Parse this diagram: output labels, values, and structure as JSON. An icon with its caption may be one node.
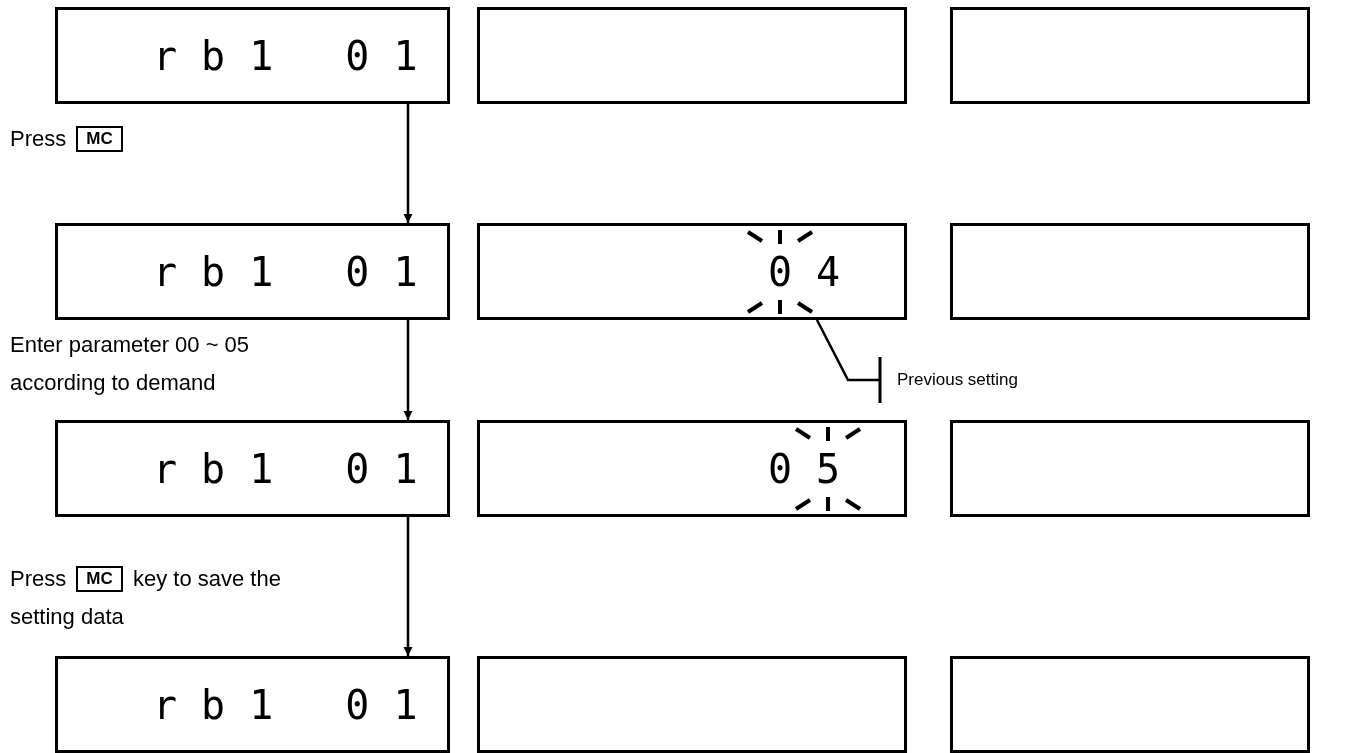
{
  "diagram": {
    "nodes": [
      {
        "text": [
          "rb1 01"
        ]
      },
      {
        "text": [],
        "shape": "box"
      },
      {
        "text": [],
        "shape": "box"
      },
      {
        "text": [
          "rb1 01"
        ]
      },
      {
        "text": [
          "04"
        ]
      },
      {
        "text": [],
        "shape": "box"
      },
      {
        "text": [
          "rb1 01"
        ]
      },
      {
        "text": [
          "05"
        ]
      },
      {
        "text": [],
        "shape": "box"
      },
      {
        "text": [
          "rb1 01"
        ]
      },
      {
        "text": [],
        "shape": "box"
      },
      {
        "text": [],
        "shape": "box"
      },
      {
        "text": [
          "Previous setting"
        ]
      }
    ],
    "edges": [
      {
        "from": 0,
        "to": 3,
        "arrow": "to"
      },
      {
        "from": 3,
        "to": 6,
        "arrow": "to"
      },
      {
        "from": 6,
        "to": 9,
        "arrow": "to"
      },
      {
        "from": 12,
        "to": 4,
        "arrow": "other"
      }
    ],
    "labels": [
      "Press **MC**",
      "Enter parameter 00 ~ 05 according to demand",
      "Press **MC** key to save the setting data"
    ]
  }
}
